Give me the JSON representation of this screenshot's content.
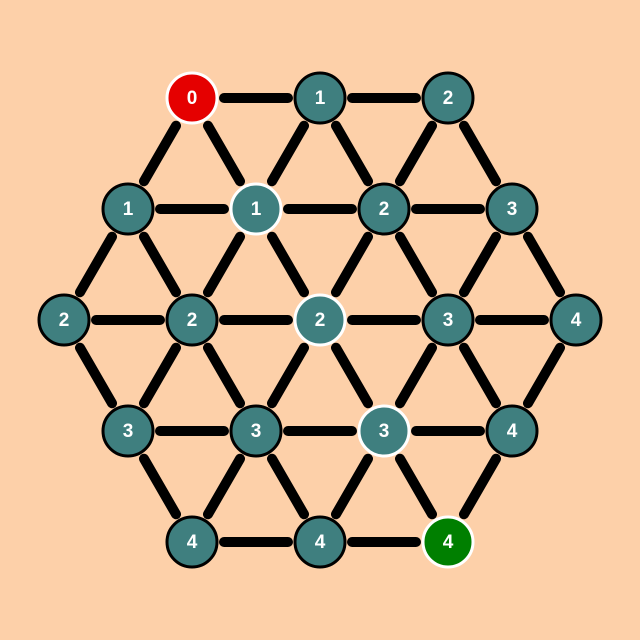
{
  "colors": {
    "background": "#FDD0A9",
    "edge": "#000000",
    "node_fill": "#3F7F7F",
    "node_stroke_default": "#000000",
    "node_stroke_highlight": "#ffffff",
    "start": "#E50000",
    "goal": "#007F00"
  },
  "board": {
    "rows": [
      [
        {
          "label": "0",
          "state": "start"
        },
        {
          "label": "1",
          "state": "normal"
        },
        {
          "label": "2",
          "state": "normal"
        }
      ],
      [
        {
          "label": "1",
          "state": "normal"
        },
        {
          "label": "1",
          "state": "path"
        },
        {
          "label": "2",
          "state": "normal"
        },
        {
          "label": "3",
          "state": "normal"
        }
      ],
      [
        {
          "label": "2",
          "state": "normal"
        },
        {
          "label": "2",
          "state": "normal"
        },
        {
          "label": "2",
          "state": "path"
        },
        {
          "label": "3",
          "state": "normal"
        },
        {
          "label": "4",
          "state": "normal"
        }
      ],
      [
        {
          "label": "3",
          "state": "normal"
        },
        {
          "label": "3",
          "state": "normal"
        },
        {
          "label": "3",
          "state": "path"
        },
        {
          "label": "4",
          "state": "normal"
        }
      ],
      [
        {
          "label": "4",
          "state": "normal"
        },
        {
          "label": "4",
          "state": "normal"
        },
        {
          "label": "4",
          "state": "goal"
        }
      ]
    ]
  }
}
